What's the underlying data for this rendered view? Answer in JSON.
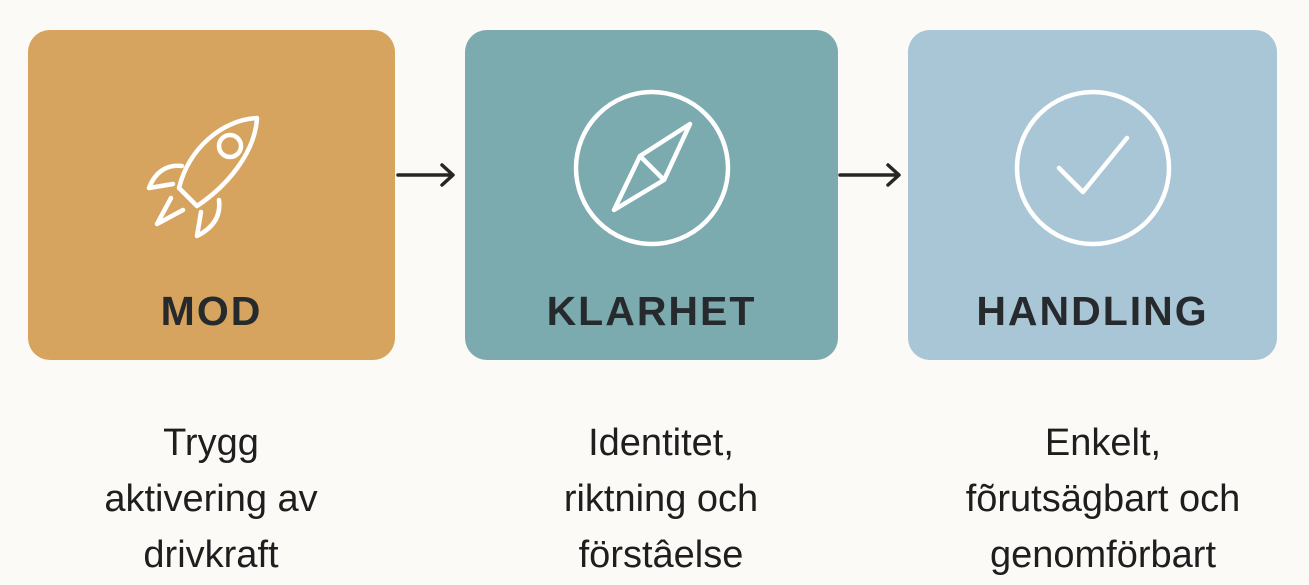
{
  "steps": [
    {
      "label": "MOD",
      "icon": "rocket-icon",
      "color": "#D6A45E",
      "caption": [
        "Trygg",
        "aktivering av",
        "drivkraft"
      ]
    },
    {
      "label": "KLARHET",
      "icon": "compass-icon",
      "color": "#7BAAAF",
      "caption": [
        "Identitet,",
        "riktning och",
        "förstâelse"
      ]
    },
    {
      "label": "HANDLING",
      "icon": "check-circle-icon",
      "color": "#A8C6D6",
      "caption": [
        "Enkelt,",
        "fõrutsägbart och",
        "genomförbart"
      ]
    }
  ]
}
